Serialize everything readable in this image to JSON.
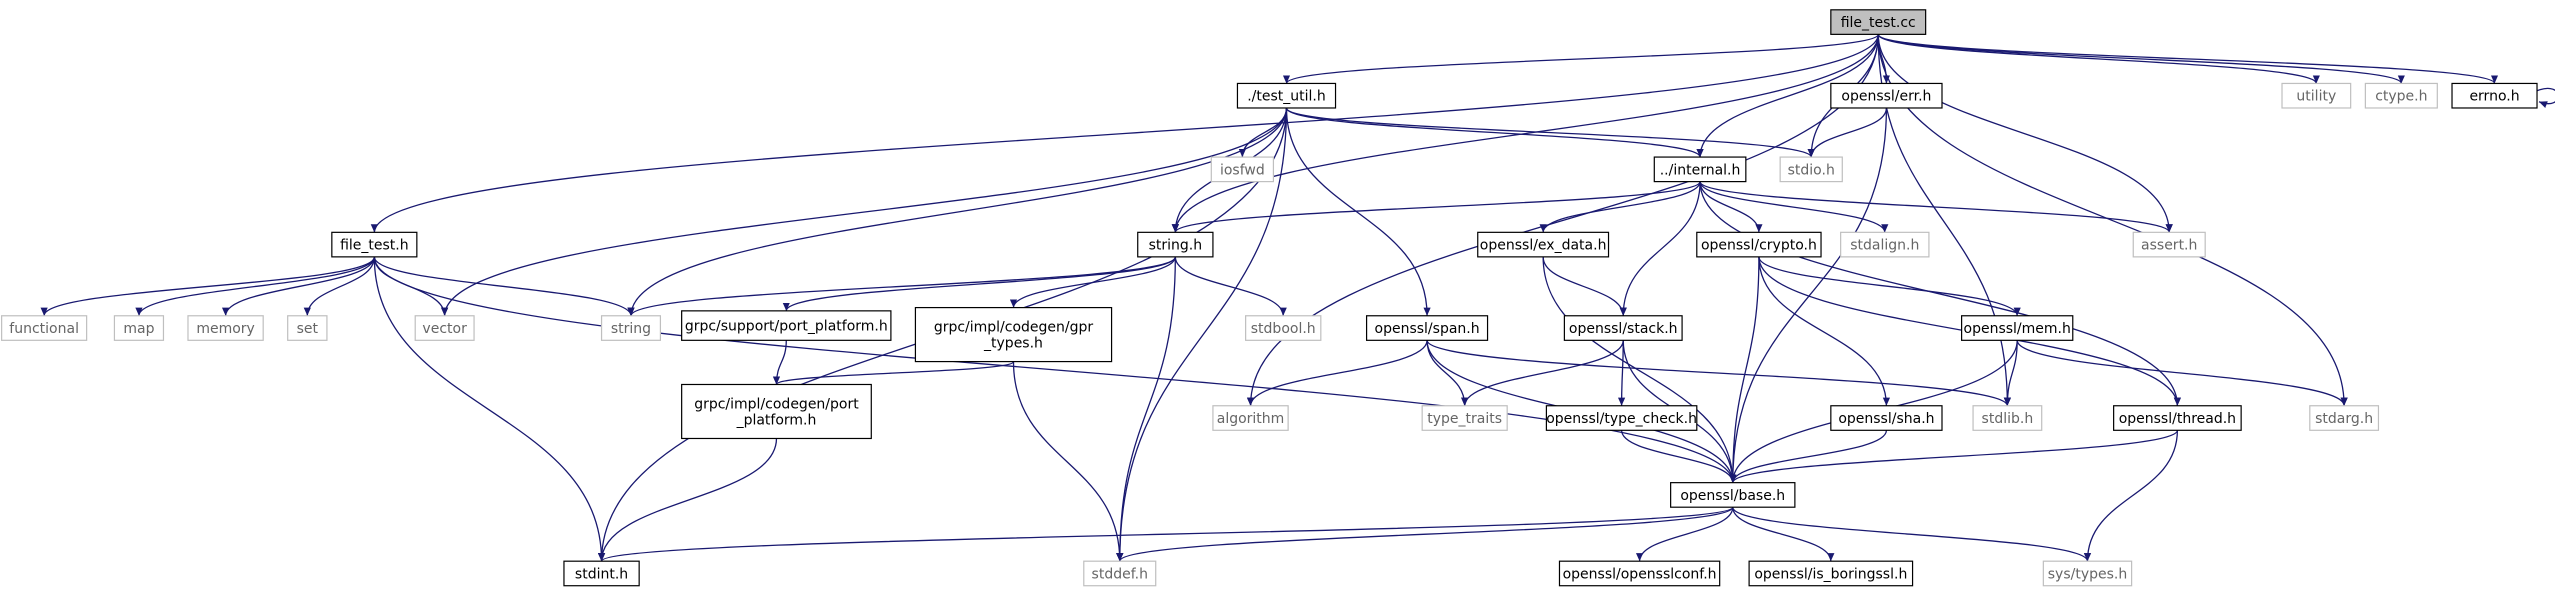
{
  "diagram": {
    "nodes": [
      {
        "id": "file_test_cc",
        "label": "file_test.cc",
        "style": "root"
      },
      {
        "id": "test_util_h",
        "label": "./test_util.h",
        "style": "doc"
      },
      {
        "id": "err_h",
        "label": "openssl/err.h",
        "style": "doc"
      },
      {
        "id": "utility",
        "label": "utility",
        "style": "ext"
      },
      {
        "id": "ctype_h",
        "label": "ctype.h",
        "style": "ext"
      },
      {
        "id": "errno_h",
        "label": "errno.h",
        "style": "doc"
      },
      {
        "id": "internal_h",
        "label": "../internal.h",
        "style": "doc"
      },
      {
        "id": "iosfwd",
        "label": "iosfwd",
        "style": "ext"
      },
      {
        "id": "stdio_h",
        "label": "stdio.h",
        "style": "ext"
      },
      {
        "id": "file_test_h",
        "label": "file_test.h",
        "style": "doc"
      },
      {
        "id": "string_h",
        "label": "string.h",
        "style": "doc"
      },
      {
        "id": "ex_data_h",
        "label": "openssl/ex_data.h",
        "style": "doc"
      },
      {
        "id": "crypto_h",
        "label": "openssl/crypto.h",
        "style": "doc"
      },
      {
        "id": "stdalign_h",
        "label": "stdalign.h",
        "style": "ext"
      },
      {
        "id": "assert_h",
        "label": "assert.h",
        "style": "ext"
      },
      {
        "id": "functional",
        "label": "functional",
        "style": "ext"
      },
      {
        "id": "map",
        "label": "map",
        "style": "ext"
      },
      {
        "id": "memory",
        "label": "memory",
        "style": "ext"
      },
      {
        "id": "set",
        "label": "set",
        "style": "ext"
      },
      {
        "id": "vector",
        "label": "vector",
        "style": "ext"
      },
      {
        "id": "string",
        "label": "string",
        "style": "ext"
      },
      {
        "id": "port_platform_support",
        "label": "grpc/support/port_platform.h",
        "style": "doc"
      },
      {
        "id": "gpr_types_h",
        "label": [
          "grpc/impl/codegen/gpr",
          "_types.h"
        ],
        "style": "doc"
      },
      {
        "id": "stdbool_h",
        "label": "stdbool.h",
        "style": "ext"
      },
      {
        "id": "span_h",
        "label": "openssl/span.h",
        "style": "doc"
      },
      {
        "id": "stack_h",
        "label": "openssl/stack.h",
        "style": "doc"
      },
      {
        "id": "mem_h",
        "label": "openssl/mem.h",
        "style": "doc"
      },
      {
        "id": "port_platform_codegen",
        "label": [
          "grpc/impl/codegen/port",
          "_platform.h"
        ],
        "style": "doc"
      },
      {
        "id": "algorithm",
        "label": "algorithm",
        "style": "ext"
      },
      {
        "id": "type_traits",
        "label": "type_traits",
        "style": "ext"
      },
      {
        "id": "type_check_h",
        "label": "openssl/type_check.h",
        "style": "doc"
      },
      {
        "id": "sha_h",
        "label": "openssl/sha.h",
        "style": "doc"
      },
      {
        "id": "stdlib_h",
        "label": "stdlib.h",
        "style": "ext"
      },
      {
        "id": "thread_h",
        "label": "openssl/thread.h",
        "style": "doc"
      },
      {
        "id": "stdarg_h",
        "label": "stdarg.h",
        "style": "ext"
      },
      {
        "id": "base_h",
        "label": "openssl/base.h",
        "style": "doc"
      },
      {
        "id": "stdint_h",
        "label": "stdint.h",
        "style": "doc"
      },
      {
        "id": "stddef_h",
        "label": "stddef.h",
        "style": "ext"
      },
      {
        "id": "opensslconf_h",
        "label": "openssl/opensslconf.h",
        "style": "doc"
      },
      {
        "id": "is_boringssl_h",
        "label": "openssl/is_boringssl.h",
        "style": "doc"
      },
      {
        "id": "sys_types_h",
        "label": "sys/types.h",
        "style": "ext"
      }
    ],
    "edges": [
      [
        "file_test_cc",
        "test_util_h"
      ],
      [
        "file_test_cc",
        "err_h"
      ],
      [
        "file_test_cc",
        "utility"
      ],
      [
        "file_test_cc",
        "ctype_h"
      ],
      [
        "file_test_cc",
        "errno_h"
      ],
      [
        "file_test_cc",
        "internal_h"
      ],
      [
        "file_test_cc",
        "stdio_h"
      ],
      [
        "file_test_cc",
        "file_test_h"
      ],
      [
        "file_test_cc",
        "string_h"
      ],
      [
        "file_test_cc",
        "algorithm"
      ],
      [
        "file_test_cc",
        "assert_h"
      ],
      [
        "file_test_cc",
        "stdlib_h"
      ],
      [
        "file_test_cc",
        "stdarg_h"
      ],
      [
        "errno_h",
        "errno_h"
      ],
      [
        "err_h",
        "stdio_h"
      ],
      [
        "err_h",
        "base_h"
      ],
      [
        "test_util_h",
        "iosfwd"
      ],
      [
        "test_util_h",
        "internal_h"
      ],
      [
        "test_util_h",
        "stdio_h"
      ],
      [
        "test_util_h",
        "string_h"
      ],
      [
        "test_util_h",
        "string"
      ],
      [
        "test_util_h",
        "vector"
      ],
      [
        "test_util_h",
        "stdint_h"
      ],
      [
        "test_util_h",
        "stddef_h"
      ],
      [
        "test_util_h",
        "span_h"
      ],
      [
        "internal_h",
        "string_h"
      ],
      [
        "internal_h",
        "ex_data_h"
      ],
      [
        "internal_h",
        "crypto_h"
      ],
      [
        "internal_h",
        "stdalign_h"
      ],
      [
        "internal_h",
        "assert_h"
      ],
      [
        "internal_h",
        "stack_h"
      ],
      [
        "internal_h",
        "thread_h"
      ],
      [
        "file_test_h",
        "functional"
      ],
      [
        "file_test_h",
        "map"
      ],
      [
        "file_test_h",
        "memory"
      ],
      [
        "file_test_h",
        "set"
      ],
      [
        "file_test_h",
        "vector"
      ],
      [
        "file_test_h",
        "string"
      ],
      [
        "file_test_h",
        "stdint_h"
      ],
      [
        "file_test_h",
        "base_h"
      ],
      [
        "string_h",
        "string"
      ],
      [
        "string_h",
        "port_platform_support"
      ],
      [
        "string_h",
        "gpr_types_h"
      ],
      [
        "string_h",
        "stdbool_h"
      ],
      [
        "string_h",
        "stddef_h"
      ],
      [
        "port_platform_support",
        "port_platform_codegen"
      ],
      [
        "gpr_types_h",
        "port_platform_codegen"
      ],
      [
        "gpr_types_h",
        "stddef_h"
      ],
      [
        "port_platform_codegen",
        "stdint_h"
      ],
      [
        "span_h",
        "algorithm"
      ],
      [
        "span_h",
        "type_traits"
      ],
      [
        "span_h",
        "stdlib_h"
      ],
      [
        "span_h",
        "base_h"
      ],
      [
        "ex_data_h",
        "stack_h"
      ],
      [
        "ex_data_h",
        "base_h"
      ],
      [
        "stack_h",
        "type_traits"
      ],
      [
        "stack_h",
        "type_check_h"
      ],
      [
        "stack_h",
        "base_h"
      ],
      [
        "type_check_h",
        "base_h"
      ],
      [
        "crypto_h",
        "mem_h"
      ],
      [
        "crypto_h",
        "sha_h"
      ],
      [
        "crypto_h",
        "thread_h"
      ],
      [
        "crypto_h",
        "base_h"
      ],
      [
        "mem_h",
        "stdlib_h"
      ],
      [
        "mem_h",
        "stdarg_h"
      ],
      [
        "mem_h",
        "base_h"
      ],
      [
        "sha_h",
        "base_h"
      ],
      [
        "thread_h",
        "base_h"
      ],
      [
        "thread_h",
        "sys_types_h"
      ],
      [
        "base_h",
        "stdint_h"
      ],
      [
        "base_h",
        "stddef_h"
      ],
      [
        "base_h",
        "opensslconf_h"
      ],
      [
        "base_h",
        "is_boringssl_h"
      ],
      [
        "base_h",
        "sys_types_h"
      ]
    ],
    "colors": {
      "edge": "#191970",
      "root_fill": "#bfbfbf",
      "doc_border": "#000000",
      "ext_border": "#bfbfbf",
      "ext_text": "#666666",
      "text": "#000000"
    }
  }
}
